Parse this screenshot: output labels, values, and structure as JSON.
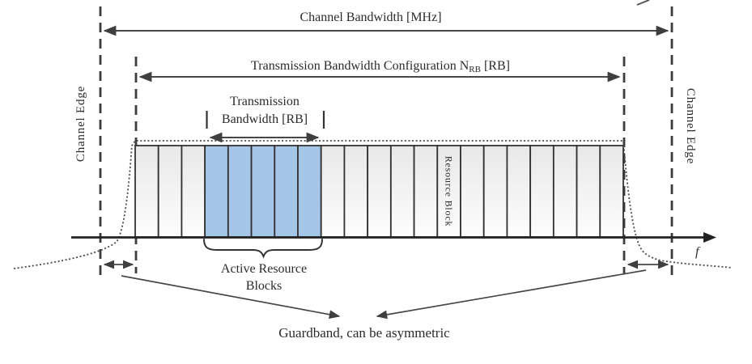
{
  "diagram": {
    "channel_bandwidth_label": "Channel Bandwidth [MHz]",
    "config_label": {
      "prefix": "Transmission Bandwidth Configuration N",
      "subscript": "RB",
      "suffix": " [RB]"
    },
    "transmission_bw_label": {
      "line1": "Transmission",
      "line2": "Bandwidth [RB]"
    },
    "channel_edge_left_label": "Channel Edge",
    "channel_edge_right_label": "Channel Edge",
    "resource_block_label": "Resource Block",
    "active_blocks_label": {
      "line1": "Active Resource",
      "line2": "Blocks"
    },
    "guardband_label": "Guardband, can be asymmetric",
    "frequency_axis_label": "f",
    "resource_grid": {
      "total_blocks": 21,
      "active_start_block": 4,
      "active_end_block": 8,
      "labeled_block": 14
    },
    "colors": {
      "active_block_fill": "#a5c6e6",
      "block_border": "#333333",
      "inactive_block_top": "#e8e8e8",
      "inactive_block_bottom": "#fdfdfd",
      "line_color": "#474747",
      "text_color": "#2b2b2b"
    }
  }
}
